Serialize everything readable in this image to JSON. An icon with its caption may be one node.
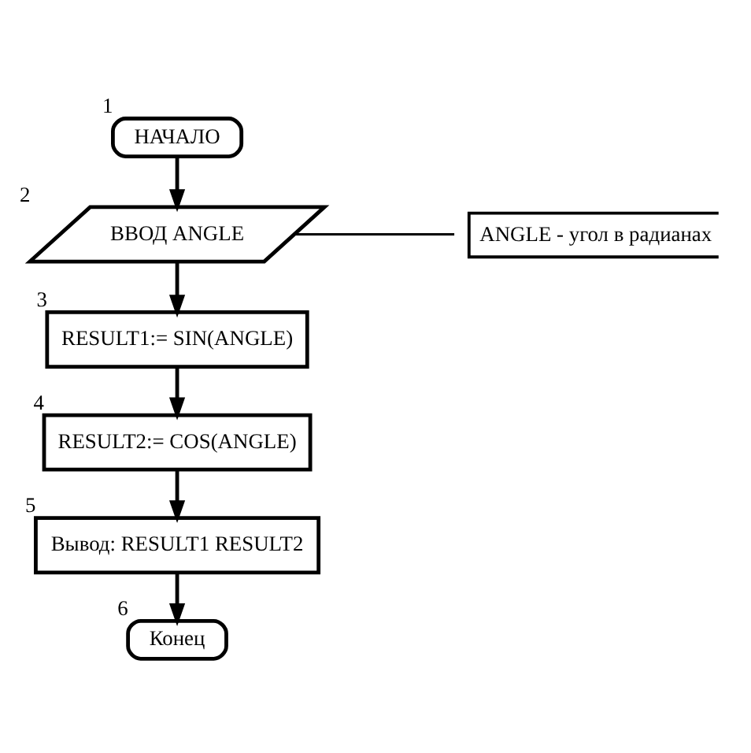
{
  "diagram": {
    "nodes": [
      {
        "text": [
          "НАЧАЛО"
        ],
        "beside": [
          "1"
        ]
      },
      {
        "text": [
          "ВВОД ANGLE"
        ],
        "beside": [
          "2"
        ]
      },
      {
        "text": [
          "RESULT1:= SIN(ANGLE)"
        ],
        "beside": [
          "3"
        ]
      },
      {
        "text": [
          "RESULT2:= COS(ANGLE)"
        ],
        "beside": [
          "4"
        ]
      },
      {
        "text": [
          "Вывод: RESULT1 RESULT2"
        ],
        "beside": [
          "5"
        ]
      },
      {
        "text": [
          "Конец"
        ],
        "beside": [
          "6"
        ]
      },
      {
        "text": [
          "ANGLE - угол в радианах"
        ]
      }
    ],
    "edges": [
      {
        "from": 0,
        "to": 1,
        "arrow": "to"
      },
      {
        "from": 1,
        "to": 2,
        "arrow": "to"
      },
      {
        "from": 2,
        "to": 3,
        "arrow": "to"
      },
      {
        "from": 3,
        "to": 4,
        "arrow": "to"
      },
      {
        "from": 4,
        "to": 5,
        "arrow": "to"
      },
      {
        "from": 1,
        "to": 6,
        "arrow": "none"
      }
    ]
  }
}
